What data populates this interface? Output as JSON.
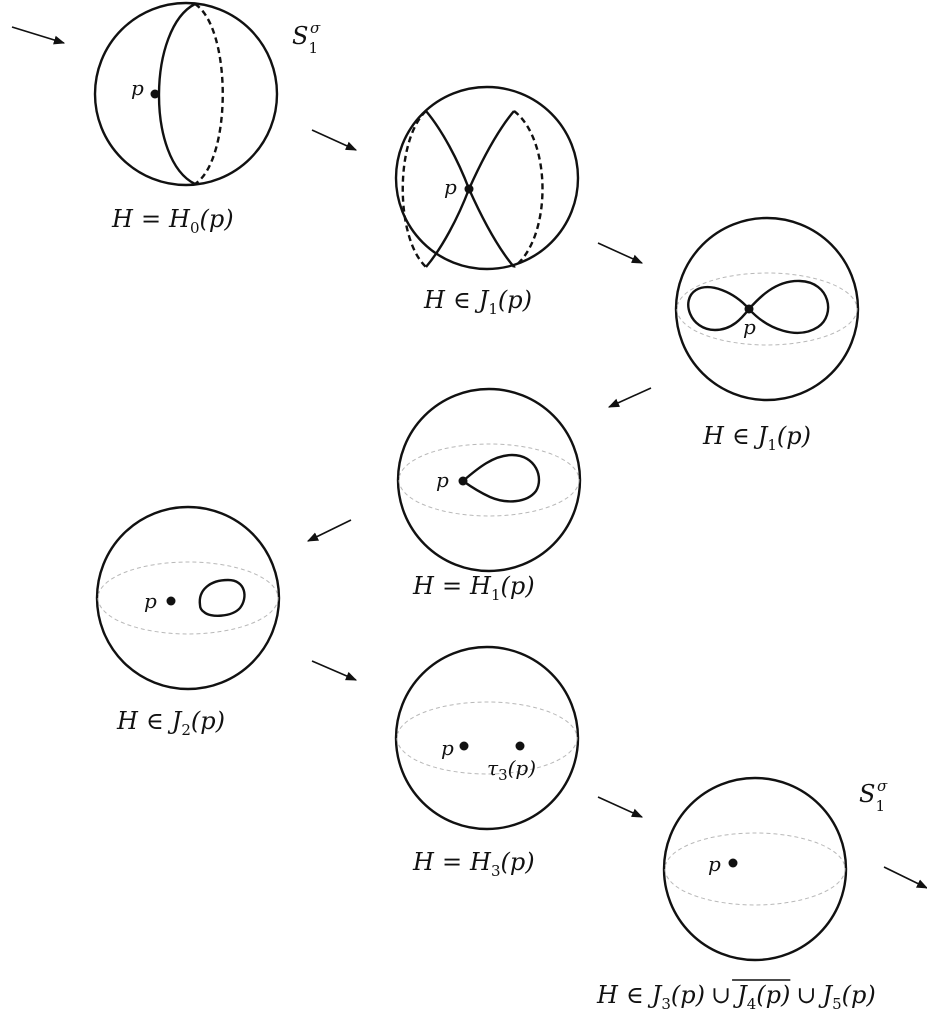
{
  "colors": {
    "stroke": "#111111",
    "equator": "#b8b8b8",
    "background": "#ffffff"
  },
  "sphere_label": {
    "base": "S",
    "sub": "1",
    "sup": "σ"
  },
  "point_label": "p",
  "stages": [
    {
      "caption": {
        "H": "H",
        "rel": "=",
        "sets": [
          {
            "name": "H",
            "sub": "0",
            "arg": "(p)"
          }
        ]
      }
    },
    {
      "caption": {
        "H": "H",
        "rel": "∈",
        "sets": [
          {
            "name": "J",
            "sub": "1",
            "arg": "(p)"
          }
        ]
      }
    },
    {
      "caption": {
        "H": "H",
        "rel": "∈",
        "sets": [
          {
            "name": "J",
            "sub": "1",
            "arg": "(p)"
          }
        ]
      }
    },
    {
      "caption": {
        "H": "H",
        "rel": "=",
        "sets": [
          {
            "name": "H",
            "sub": "1",
            "arg": "(p)"
          }
        ]
      }
    },
    {
      "caption": {
        "H": "H",
        "rel": "∈",
        "sets": [
          {
            "name": "J",
            "sub": "2",
            "arg": "(p)"
          }
        ]
      }
    },
    {
      "caption": {
        "H": "H",
        "rel": "=",
        "sets": [
          {
            "name": "H",
            "sub": "3",
            "arg": "(p)"
          }
        ]
      },
      "extra_point": {
        "name": "τ",
        "sub": "3",
        "arg": "(p)"
      }
    },
    {
      "caption": {
        "H": "H",
        "rel": "∈",
        "union": "∪",
        "sets": [
          {
            "name": "J",
            "sub": "3",
            "arg": "(p)"
          },
          {
            "name": "J",
            "sub": "4",
            "arg": "(p)",
            "overline": true
          },
          {
            "name": "J",
            "sub": "5",
            "arg": "(p)"
          }
        ]
      }
    }
  ]
}
